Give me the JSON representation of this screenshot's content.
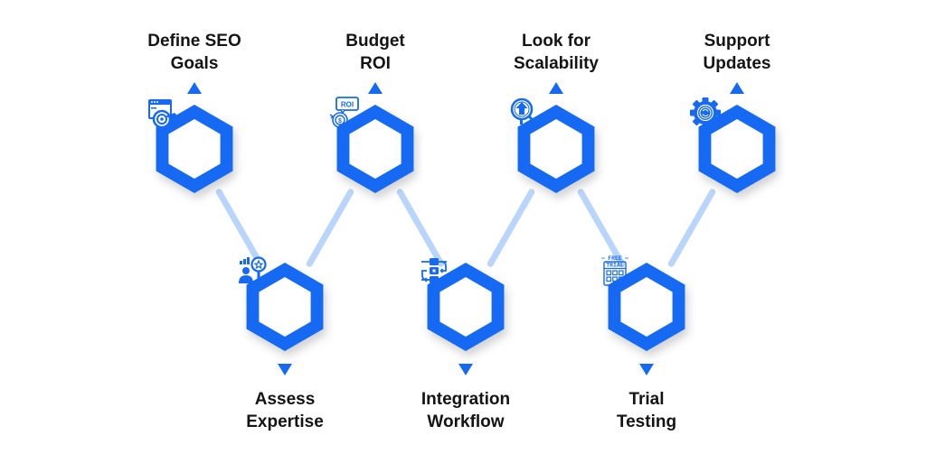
{
  "colors": {
    "accent": "#1669F2",
    "connector": "#B9D5FB",
    "text": "#141414",
    "hex_inner": "#FFFFFF"
  },
  "steps": [
    {
      "id": "define-seo-goals",
      "row": "top",
      "lines": [
        "Define SEO",
        "Goals"
      ],
      "icon": "web-target-icon"
    },
    {
      "id": "assess-expertise",
      "row": "bottom",
      "lines": [
        "Assess",
        "Expertise"
      ],
      "icon": "expert-review-icon"
    },
    {
      "id": "budget-roi",
      "row": "top",
      "lines": [
        "Budget",
        "ROI"
      ],
      "icon": "roi-coin-icon",
      "icon_text": "ROI"
    },
    {
      "id": "integration-workflow",
      "row": "bottom",
      "lines": [
        "Integration",
        "Workflow"
      ],
      "icon": "workflow-icon"
    },
    {
      "id": "look-for-scalability",
      "row": "top",
      "lines": [
        "Look for",
        "Scalability"
      ],
      "icon": "scalability-search-icon"
    },
    {
      "id": "trial-testing",
      "row": "bottom",
      "lines": [
        "Trial",
        "Testing"
      ],
      "icon": "free-trial-calendar-icon",
      "icon_text": [
        "FREE",
        "TRIAL"
      ]
    },
    {
      "id": "support-updates",
      "row": "top",
      "lines": [
        "Support",
        "Updates"
      ],
      "icon": "gear-update-icon"
    }
  ]
}
